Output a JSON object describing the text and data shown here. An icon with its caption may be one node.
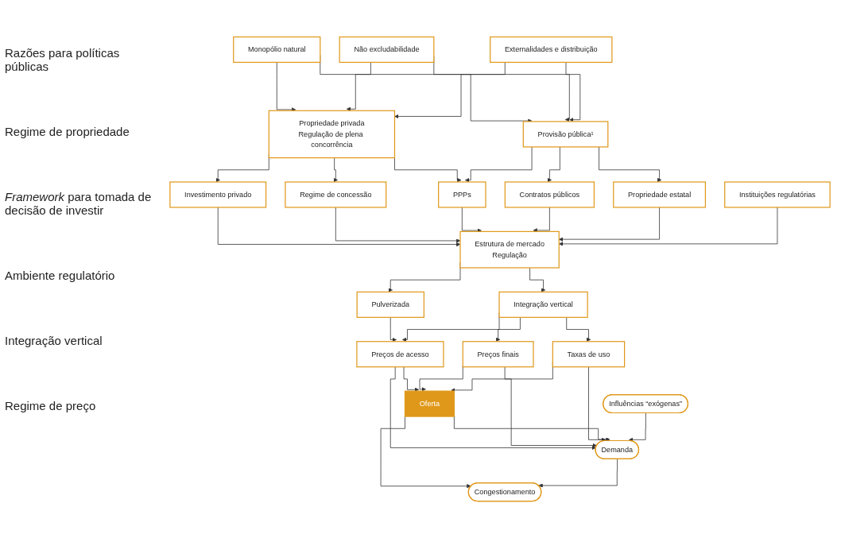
{
  "diagram": {
    "nodes": [
      {
        "text": [
          "Monopólio natural"
        ]
      },
      {
        "text": [
          "Não excludabilidade"
        ]
      },
      {
        "text": [
          "Externalidades e distribuição"
        ]
      },
      {
        "text": [
          "Propriedade privada",
          "Regulação de plena concorrência"
        ]
      },
      {
        "text": [
          "Provisão pública¹"
        ]
      },
      {
        "text": [
          "Investimento privado"
        ]
      },
      {
        "text": [
          "Regime de concessão"
        ]
      },
      {
        "text": [
          "PPPs"
        ]
      },
      {
        "text": [
          "Contratos públicos"
        ]
      },
      {
        "text": [
          "Propriedade estatal"
        ]
      },
      {
        "text": [
          "Instituições regulatórias"
        ]
      },
      {
        "text": [
          "Estrutura de mercado",
          "Regulação"
        ]
      },
      {
        "text": [
          "Pulverizada"
        ]
      },
      {
        "text": [
          "Integração vertical"
        ]
      },
      {
        "text": [
          "Preços de acesso"
        ]
      },
      {
        "text": [
          "Preços finais"
        ]
      },
      {
        "text": [
          "Taxas de uso"
        ]
      },
      {
        "text": [
          "Oferta"
        ]
      },
      {
        "text": [
          "Demanda"
        ]
      },
      {
        "text": [
          "Congestionamento"
        ]
      },
      {
        "text": [
          "Influências “exógenas”"
        ]
      }
    ],
    "edges": [
      {
        "from": 0,
        "to": 3,
        "arrow": "to"
      },
      {
        "from": 1,
        "to": 3,
        "arrow": "to"
      },
      {
        "from": 2,
        "to": 3,
        "arrow": "to"
      },
      {
        "from": 0,
        "to": 4,
        "arrow": "to"
      },
      {
        "from": 1,
        "to": 4,
        "arrow": "to"
      },
      {
        "from": 2,
        "to": 4,
        "arrow": "to"
      },
      {
        "from": 3,
        "to": 5,
        "arrow": "to"
      },
      {
        "from": 3,
        "to": 6,
        "arrow": "to"
      },
      {
        "from": 3,
        "to": 7,
        "arrow": "to"
      },
      {
        "from": 4,
        "to": 7,
        "arrow": "to"
      },
      {
        "from": 4,
        "to": 8,
        "arrow": "to"
      },
      {
        "from": 4,
        "to": 9,
        "arrow": "to"
      },
      {
        "from": 5,
        "to": 11,
        "arrow": "to"
      },
      {
        "from": 6,
        "to": 11,
        "arrow": "to"
      },
      {
        "from": 7,
        "to": 11,
        "arrow": "to"
      },
      {
        "from": 8,
        "to": 11,
        "arrow": "to"
      },
      {
        "from": 9,
        "to": 11,
        "arrow": "to"
      },
      {
        "from": 10,
        "to": 11,
        "arrow": "to"
      },
      {
        "from": 11,
        "to": 12,
        "arrow": "to"
      },
      {
        "from": 11,
        "to": 13,
        "arrow": "to"
      },
      {
        "from": 12,
        "to": 14,
        "arrow": "to"
      },
      {
        "from": 13,
        "to": 14,
        "arrow": "to"
      },
      {
        "from": 13,
        "to": 15,
        "arrow": "to"
      },
      {
        "from": 13,
        "to": 16,
        "arrow": "to"
      },
      {
        "from": 14,
        "to": 17,
        "arrow": "to"
      },
      {
        "from": 15,
        "to": 17,
        "arrow": "to"
      },
      {
        "from": 16,
        "to": 17,
        "arrow": "to"
      },
      {
        "from": 14,
        "to": 18,
        "arrow": "to"
      },
      {
        "from": 15,
        "to": 18,
        "arrow": "to"
      },
      {
        "from": 16,
        "to": 18,
        "arrow": "to"
      },
      {
        "from": 17,
        "to": 18,
        "arrow": "to"
      },
      {
        "from": 17,
        "to": 19,
        "arrow": "to"
      },
      {
        "from": 18,
        "to": 19,
        "arrow": "to"
      },
      {
        "from": 20,
        "to": 18,
        "arrow": "to"
      }
    ],
    "labels": [
      "Razões para políticas públicas",
      "Regime de propriedade",
      "*Framework* para tomada de decisão de investir",
      "Ambiente regulatório",
      "Integração vertical",
      "Regime de preço"
    ]
  }
}
